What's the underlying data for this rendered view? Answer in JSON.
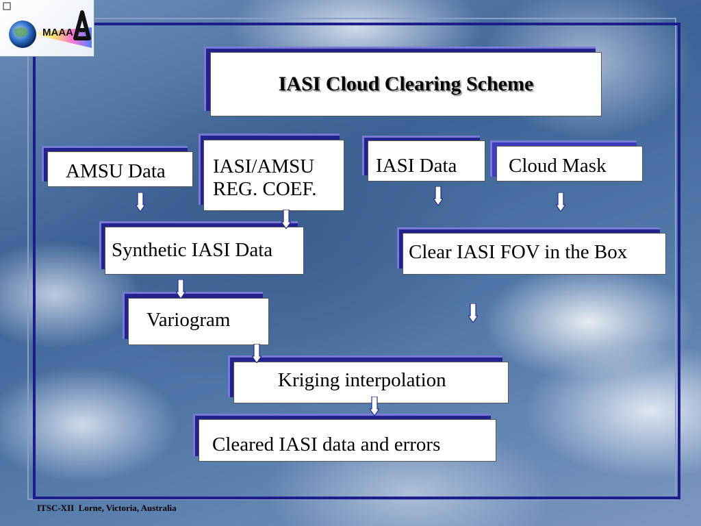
{
  "title": "IASI Cloud Clearing Scheme",
  "logo": {
    "text": "MAAA",
    "icon": "globe-icon"
  },
  "boxes": {
    "amsu_data": "AMSU Data",
    "reg_coef_line1": "IASI/AMSU",
    "reg_coef_line2": "REG. COEF.",
    "iasi_data": "IASI Data",
    "cloud_mask": "Cloud Mask",
    "synthetic": "Synthetic IASI Data",
    "clear_fov": "Clear IASI FOV in the Box",
    "variogram": "Variogram",
    "kriging": "Kriging interpolation",
    "cleared": "Cleared IASI data and errors"
  },
  "footer": "ITSC-XII  Lorne, Victoria, Australia",
  "colors": {
    "box_shadow": "#23238e",
    "frame": "#1c1c8a",
    "arrow": "#ffffff"
  }
}
